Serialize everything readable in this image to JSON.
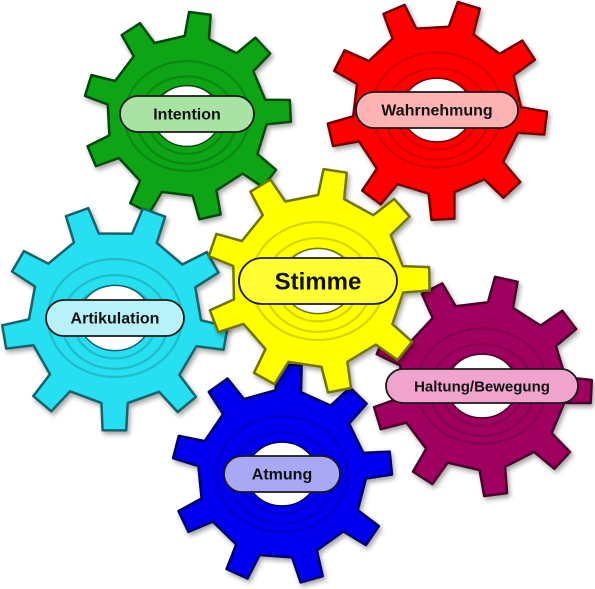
{
  "diagram": {
    "center": {
      "label": "Stimme",
      "color": "#ffff00",
      "pill_color": "#ffff33"
    },
    "gears": [
      {
        "key": "intention",
        "label": "Intention",
        "color": "#0aa513",
        "pill_color": "#a8e3a4"
      },
      {
        "key": "wahrnehmung",
        "label": "Wahrnehmung",
        "color": "#ff0000",
        "pill_color": "#ffb3b3"
      },
      {
        "key": "artikulation",
        "label": "Artikulation",
        "color": "#27dff0",
        "pill_color": "#b6f2f7"
      },
      {
        "key": "haltung",
        "label": "Haltung/Bewegung",
        "color": "#a0005e",
        "pill_color": "#f0a3cc"
      },
      {
        "key": "atmung",
        "label": "Atmung",
        "color": "#0000ee",
        "pill_color": "#a8a8f5"
      }
    ]
  }
}
